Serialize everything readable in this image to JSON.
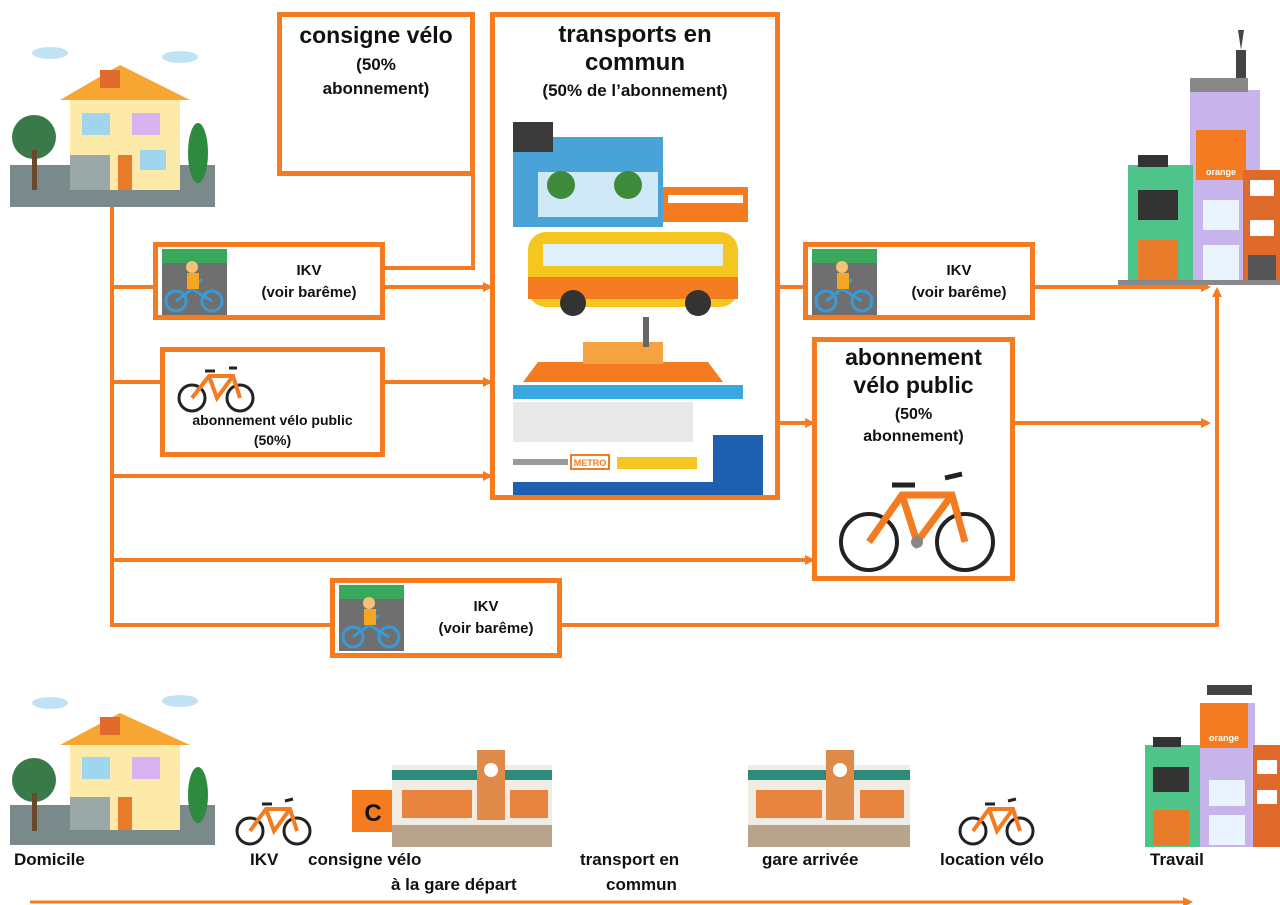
{
  "colors": {
    "accent": "#f47b20",
    "text": "#111111"
  },
  "boxes": {
    "consigne": {
      "title": "consigne vélo",
      "sub1": "(50%",
      "sub2": "abonnement)"
    },
    "transports": {
      "title1": "transports en",
      "title2": "commun",
      "sub": "(50% de l’abonnement)",
      "metro": "METRO"
    },
    "ikv_top": {
      "title": "IKV",
      "sub": "(voir barême)"
    },
    "velo_public_left": {
      "line1": "abonnement vélo public",
      "line2": "(50%)"
    },
    "ikv_right": {
      "title": "IKV",
      "sub": "(voir barême)"
    },
    "velo_public_right": {
      "title1": "abonnement",
      "title2": "vélo public",
      "sub1": "(50%",
      "sub2": "abonnement)"
    },
    "ikv_bottom": {
      "title": "IKV",
      "sub": "(voir barême)"
    }
  },
  "icons": {
    "work_brand": "orange",
    "locker_letter": "C"
  },
  "timeline": {
    "domicile": "Domicile",
    "ikv": "IKV",
    "consigne1": "consigne vélo",
    "consigne2": "à la gare départ",
    "transport1": "transport en",
    "transport2": "commun",
    "gare_arrivee": "gare arrivée",
    "location": "location vélo",
    "travail": "Travail"
  }
}
